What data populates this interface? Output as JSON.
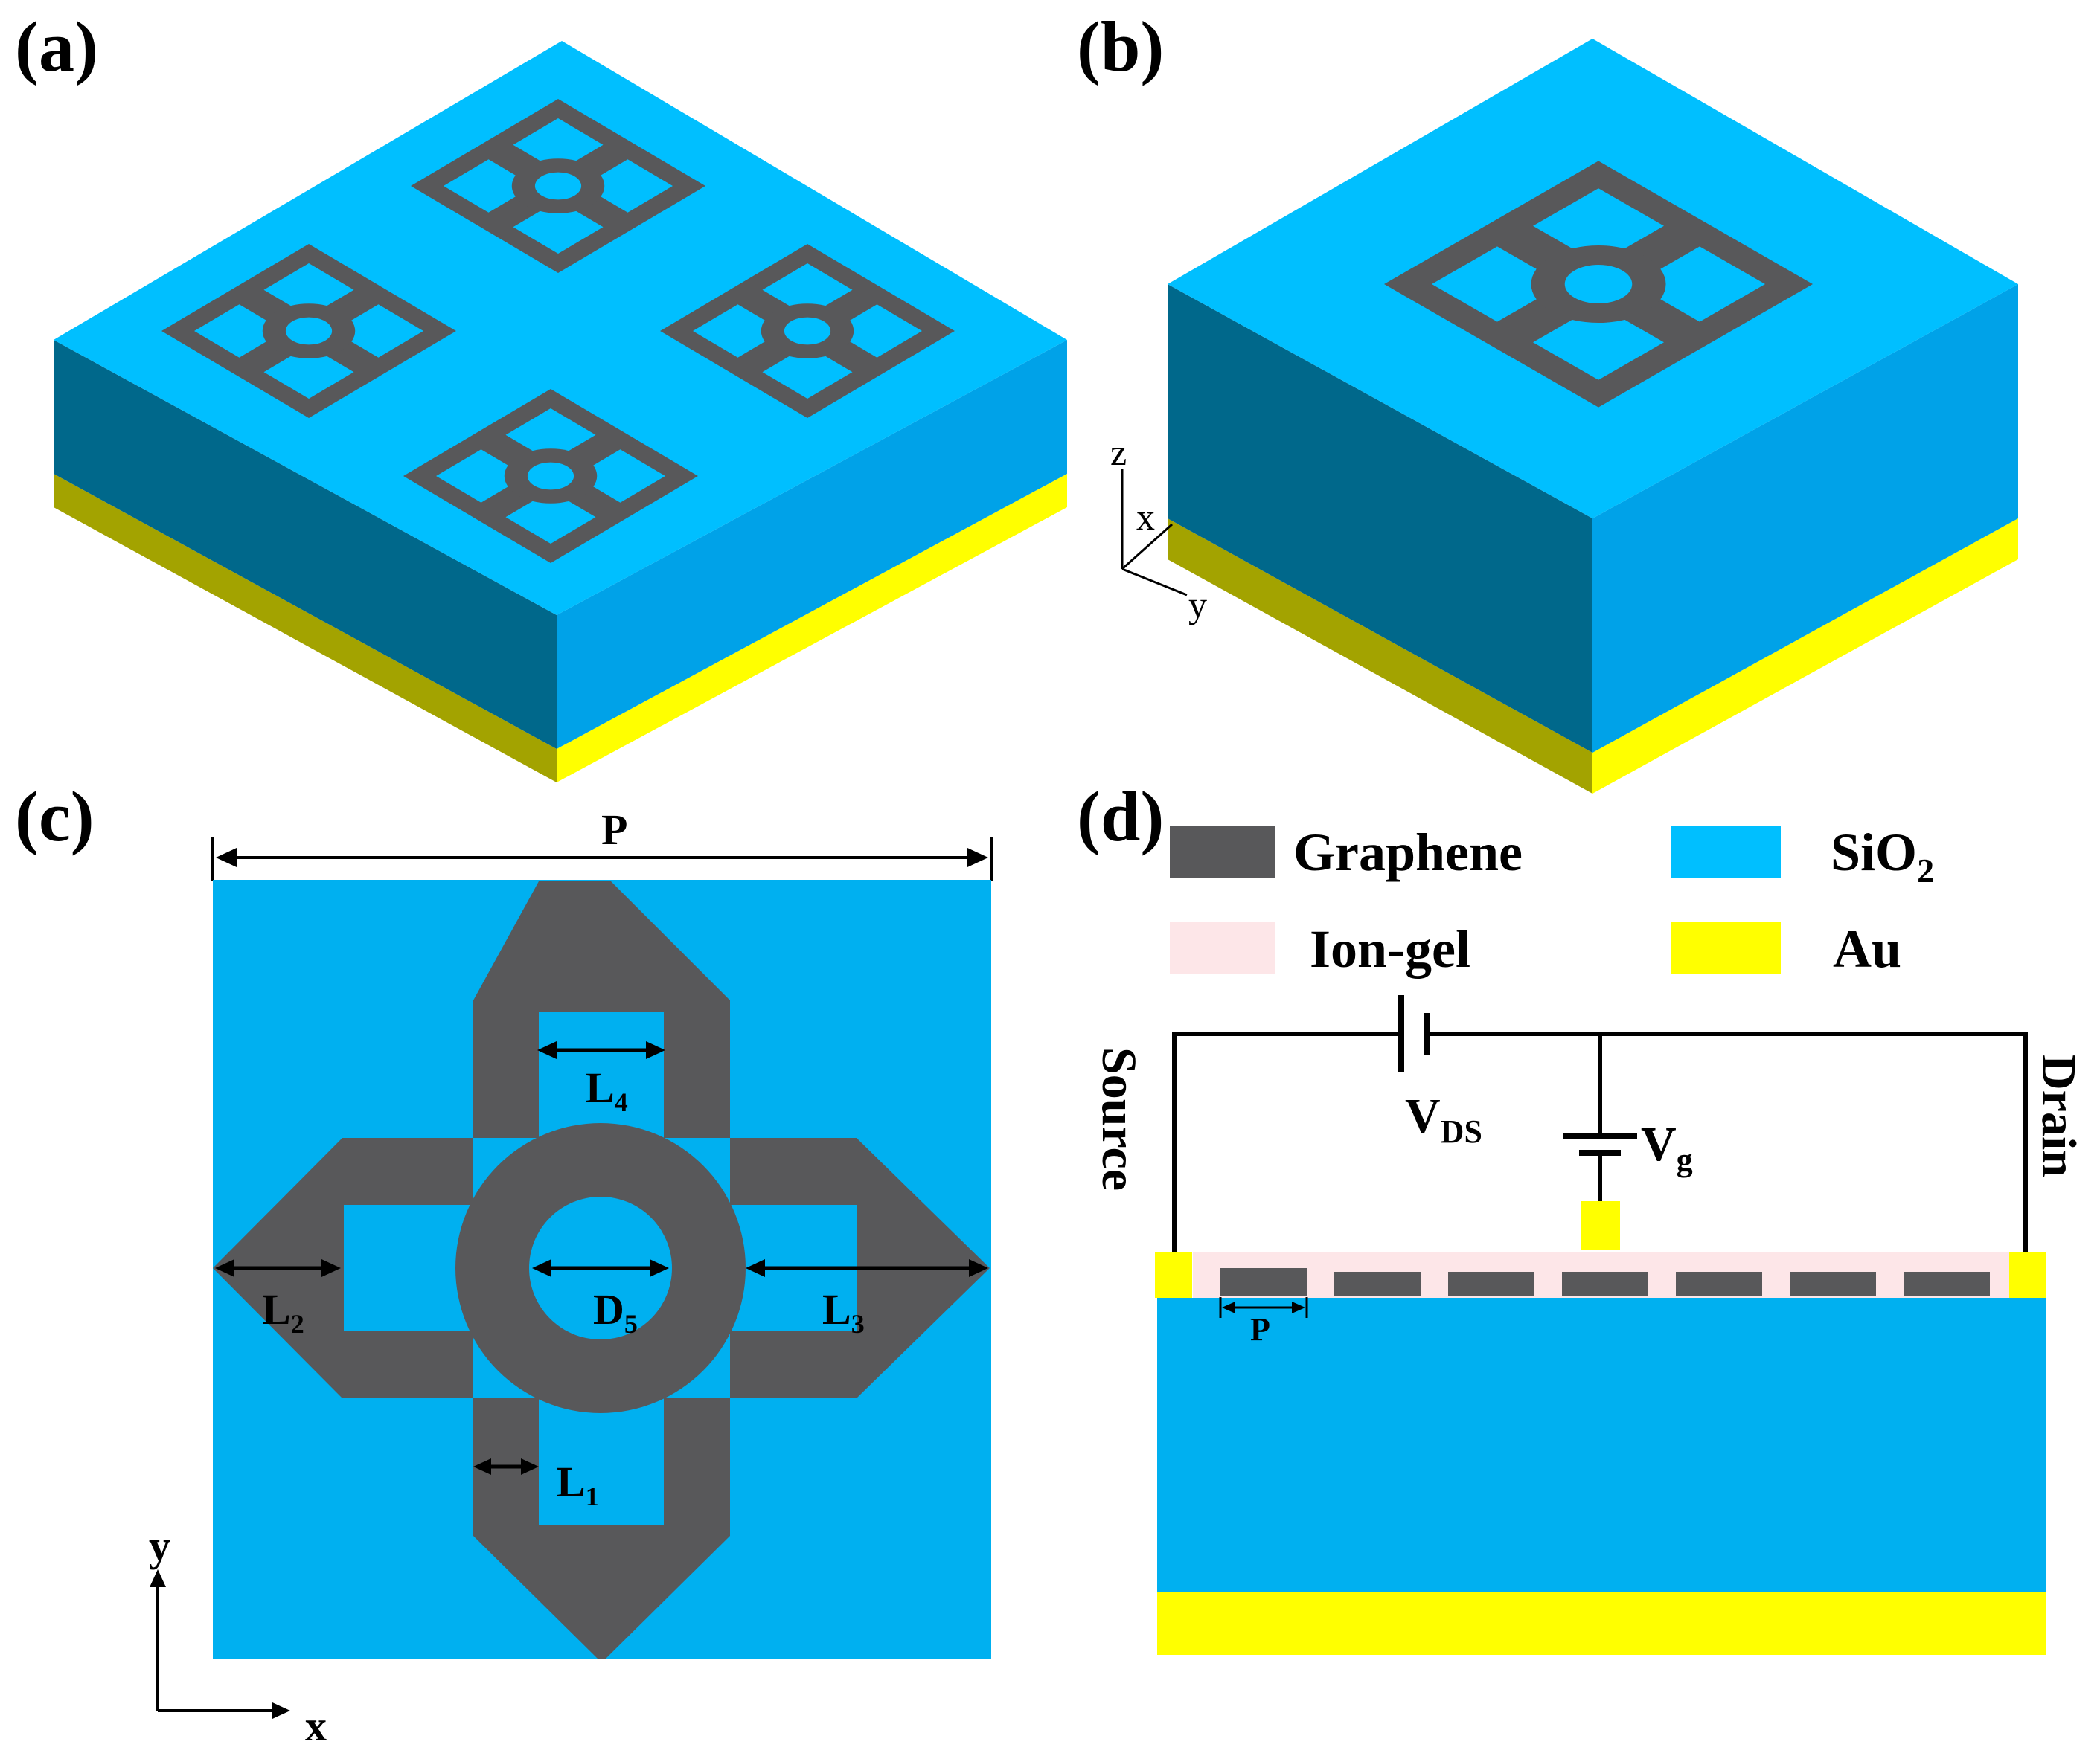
{
  "panels": {
    "a": "(a)",
    "b": "(b)",
    "c": "(c)",
    "d": "(d)"
  },
  "axes_b": {
    "z": "z",
    "x": "x",
    "y": "y"
  },
  "axes_c": {
    "y": "y",
    "x": "x"
  },
  "dimensions": {
    "P": "P",
    "L1": {
      "main": "L",
      "sub": "1"
    },
    "L2": {
      "main": "L",
      "sub": "2"
    },
    "L3": {
      "main": "L",
      "sub": "3"
    },
    "L4": {
      "main": "L",
      "sub": "4"
    },
    "D5": {
      "main": "D",
      "sub": "5"
    }
  },
  "legend": {
    "graphene": "Graphene",
    "ion_gel": "Ion-gel",
    "sio2": {
      "main": "SiO",
      "sub": "2"
    },
    "au": "Au"
  },
  "circuit": {
    "source": "Source",
    "drain": "Drain",
    "vds": {
      "main": "V",
      "sub": "DS"
    },
    "vg": {
      "main": "V",
      "sub": "g"
    },
    "period": "P"
  },
  "colors": {
    "graphene": "#58585a",
    "sio2_top": "#00bfff",
    "sio2_left": "#00688b",
    "sio2_right": "#00a2e8",
    "sio2_face": "#00b0f0",
    "au": "#ffff00",
    "au_dark": "#a3a300",
    "ion_gel": "#fde6e8"
  }
}
